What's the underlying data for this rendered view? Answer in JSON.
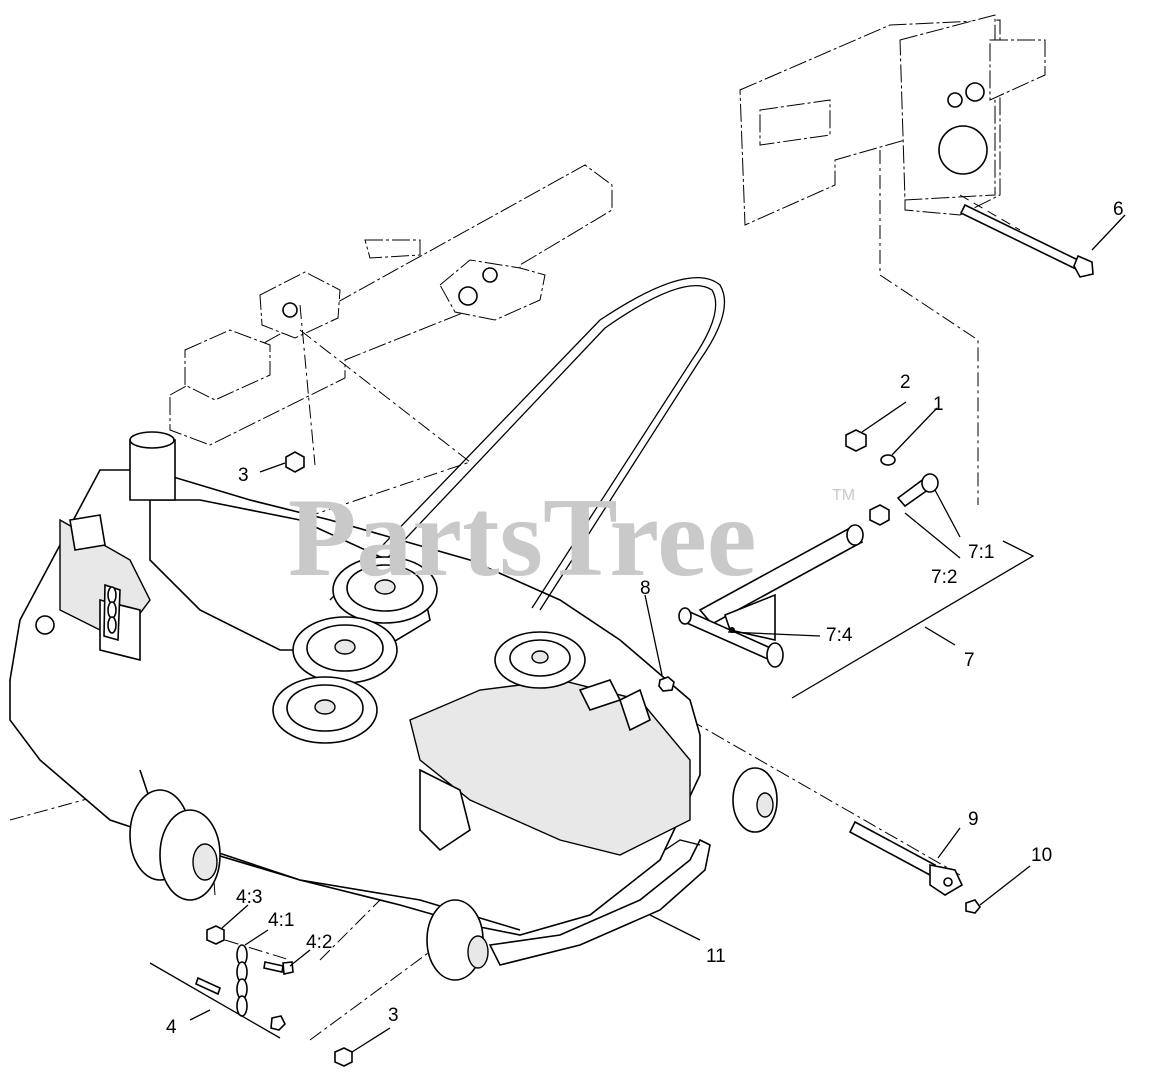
{
  "watermark": {
    "text": "PartsTree",
    "trademark": "TM"
  },
  "callouts": {
    "c1": "1",
    "c2": "2",
    "c3a": "3",
    "c3b": "3",
    "c4": "4",
    "c4_1": "4:1",
    "c4_2": "4:2",
    "c4_3": "4:3",
    "c6": "6",
    "c7": "7",
    "c7_1": "7:1",
    "c7_2": "7:2",
    "c7_4": "7:4",
    "c8": "8",
    "c9": "9",
    "c10": "10",
    "c11": "11"
  }
}
